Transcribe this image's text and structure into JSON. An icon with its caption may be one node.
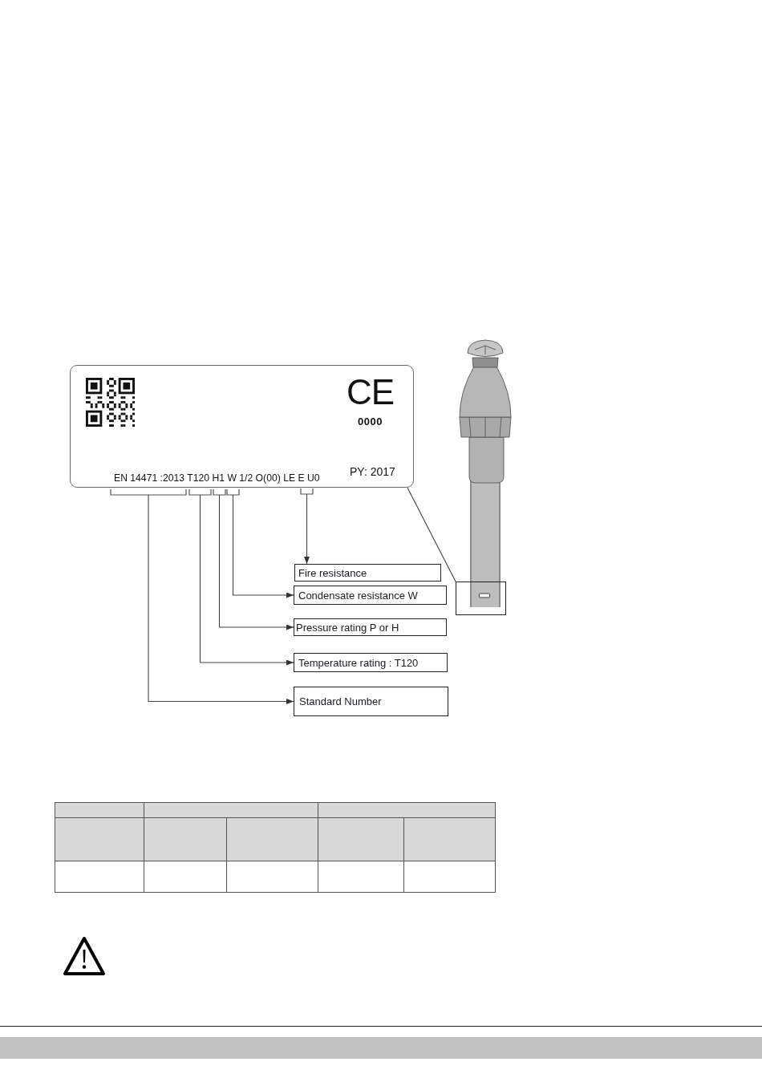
{
  "diagram": {
    "nodes": [
      {
        "text": [
          "CE",
          "0000",
          "PY: 2017",
          "EN 14471 :2013 T120 H1 W 1/2 O(00) LE E U0"
        ]
      },
      {
        "text": [],
        "shape": "picture"
      },
      {
        "text": [],
        "shape": "bracket"
      },
      {
        "text": [],
        "shape": "bracket"
      },
      {
        "text": [],
        "shape": "bracket"
      },
      {
        "text": [],
        "shape": "bracket"
      },
      {
        "text": [],
        "shape": "bracket"
      },
      {
        "text": [],
        "shape": "box"
      },
      {
        "text": [
          "Fire resistance"
        ]
      },
      {
        "text": [
          "Condensate resistance W"
        ]
      },
      {
        "text": [
          "Pressure rating P or H"
        ]
      },
      {
        "text": [
          "Temperature rating : T120"
        ]
      },
      {
        "text": [
          "Standard Number"
        ]
      }
    ],
    "edges": [
      {
        "from": 0,
        "to": 7,
        "arrow": "none"
      },
      {
        "from": 2,
        "to": 12,
        "arrow": "to"
      },
      {
        "from": 3,
        "to": 11,
        "arrow": "to"
      },
      {
        "from": 4,
        "to": 10,
        "arrow": "to"
      },
      {
        "from": 5,
        "to": 9,
        "arrow": "to"
      },
      {
        "from": 6,
        "to": 8,
        "arrow": "to"
      }
    ]
  }
}
